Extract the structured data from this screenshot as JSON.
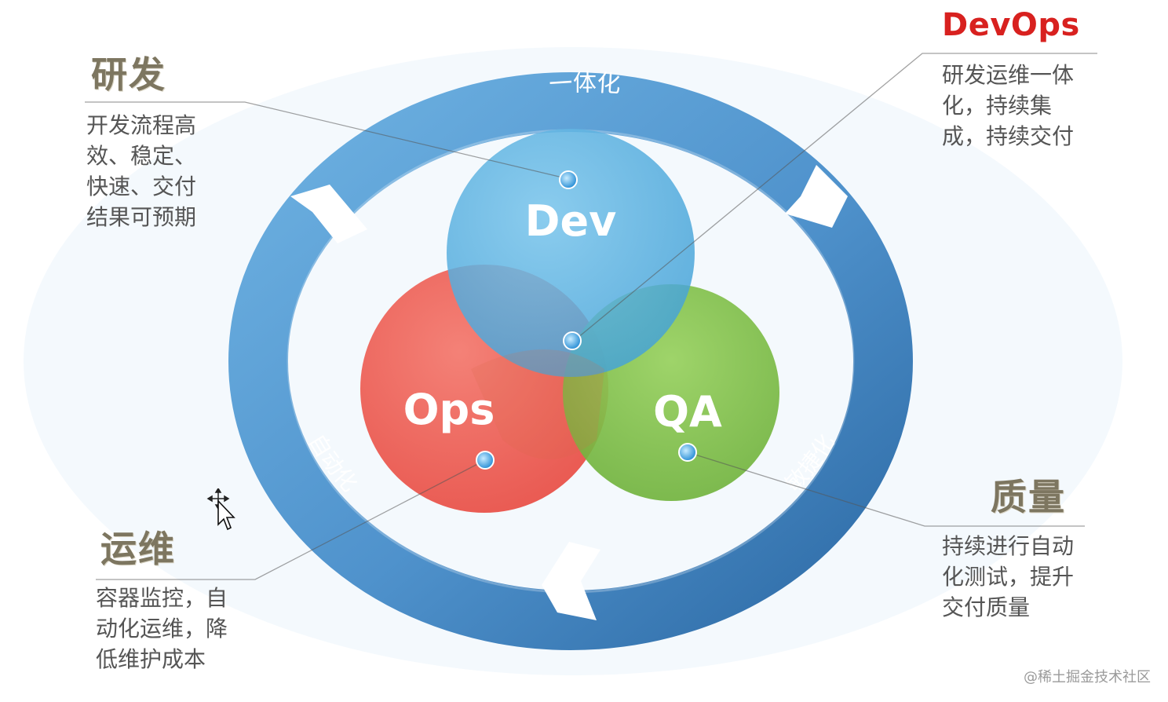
{
  "diagram": {
    "ring": {
      "labels": {
        "top": "一体化",
        "left": "自动化",
        "right": "敏捷化"
      },
      "colors": {
        "light": "#6fb0e0",
        "dark": "#2f6ea8"
      }
    },
    "circles": [
      {
        "key": "dev",
        "label": "Dev",
        "color": "#4aa8dc"
      },
      {
        "key": "ops",
        "label": "Ops",
        "color": "#ec5a50"
      },
      {
        "key": "qa",
        "label": "QA",
        "color": "#7cbf45"
      }
    ]
  },
  "panels": {
    "dev": {
      "title": "研发",
      "text": "开发流程高\n效、稳定、\n快速、交付\n结果可预期"
    },
    "devops": {
      "title": "DevOps",
      "text": "研发运维一体\n化，持续集\n成，持续交付"
    },
    "ops": {
      "title": "运维",
      "text": "容器监控，自\n动化运维，降\n低维护成本"
    },
    "qa": {
      "title": "质量",
      "text": "持续进行自动\n化测试，提升\n交付质量"
    }
  },
  "watermark": "@稀土掘金技术社区",
  "cursor_icon": "move-cursor-icon"
}
